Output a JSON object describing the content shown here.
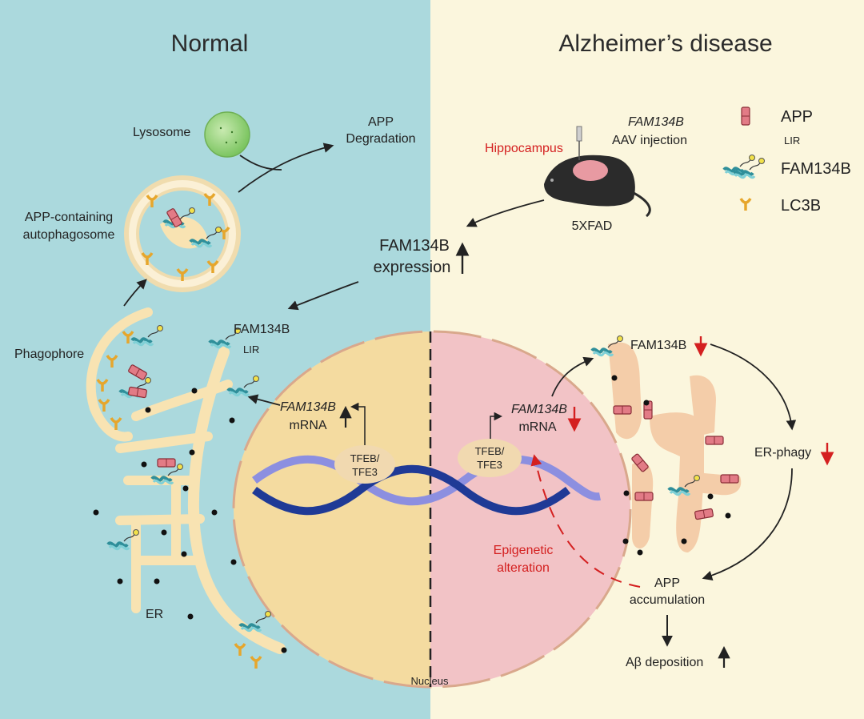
{
  "panels": {
    "normal_title": "Normal",
    "ad_title": "Alzheimer’s disease"
  },
  "normal": {
    "lysosome": "Lysosome",
    "app_degradation_1": "APP",
    "app_degradation_2": "Degradation",
    "autophagosome_1": "APP-containing",
    "autophagosome_2": "autophagosome",
    "phagophore": "Phagophore",
    "fam134b": "FAM134B",
    "lir": "LIR",
    "fam134b_mrna_1": "FAM134B",
    "fam134b_mrna_2": "mRNA",
    "tfeb_1": "TFEB/",
    "tfeb_2": "TFE3",
    "er": "ER"
  },
  "center": {
    "expression_1": "FAM134B",
    "expression_2": "expression",
    "nucleus": "Nucleus"
  },
  "ad": {
    "injection_1": "FAM134B",
    "injection_2": "AAV injection",
    "hippocampus": "Hippocampus",
    "mouse": "5XFAD",
    "fam134b": "FAM134B",
    "fam134b_mrna_1": "FAM134B",
    "fam134b_mrna_2": "mRNA",
    "tfeb_1": "TFEB/",
    "tfeb_2": "TFE3",
    "epigenetic_1": "Epigenetic",
    "epigenetic_2": "alteration",
    "er_phagy": "ER-phagy",
    "app_accum_1": "APP",
    "app_accum_2": "accumulation",
    "abeta": "Aβ deposition"
  },
  "legend": {
    "app": "APP",
    "lir": "LIR",
    "fam134b": "FAM134B",
    "lc3b": "LC3B"
  }
}
